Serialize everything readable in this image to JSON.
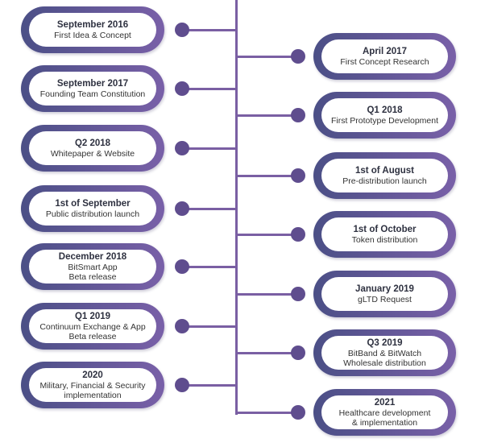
{
  "timeline": {
    "left_milestones": [
      {
        "date": "September 2016",
        "description": "First Idea & Concept"
      },
      {
        "date": "September 2017",
        "description": "Founding Team Constitution"
      },
      {
        "date": "Q2 2018",
        "description": "Whitepaper & Website"
      },
      {
        "date": "1st of September",
        "description": "Public distribution launch"
      },
      {
        "date": "December 2018",
        "description": "BitSmart App\nBeta release"
      },
      {
        "date": "Q1 2019",
        "description": "Continuum Exchange & App\nBeta release"
      },
      {
        "date": "2020",
        "description": "Military, Financial & Security\nimplementation"
      }
    ],
    "right_milestones": [
      {
        "date": "April 2017",
        "description": "First Concept Research"
      },
      {
        "date": "Q1 2018",
        "description": "First Prototype Development"
      },
      {
        "date": "1st of August",
        "description": "Pre-distribution launch"
      },
      {
        "date": "1st of October",
        "description": "Token distribution"
      },
      {
        "date": "January 2019",
        "description": "gLTD Request"
      },
      {
        "date": "Q3 2019",
        "description": "BitBand & BitWatch\nWholesale distribution"
      },
      {
        "date": "2021",
        "description": "Healthcare development\n& implementation"
      }
    ]
  },
  "colors": {
    "frame_start": "#4b4f86",
    "frame_end": "#7960a8",
    "line": "#7a5fa3",
    "dot": "#5f4d8e"
  }
}
